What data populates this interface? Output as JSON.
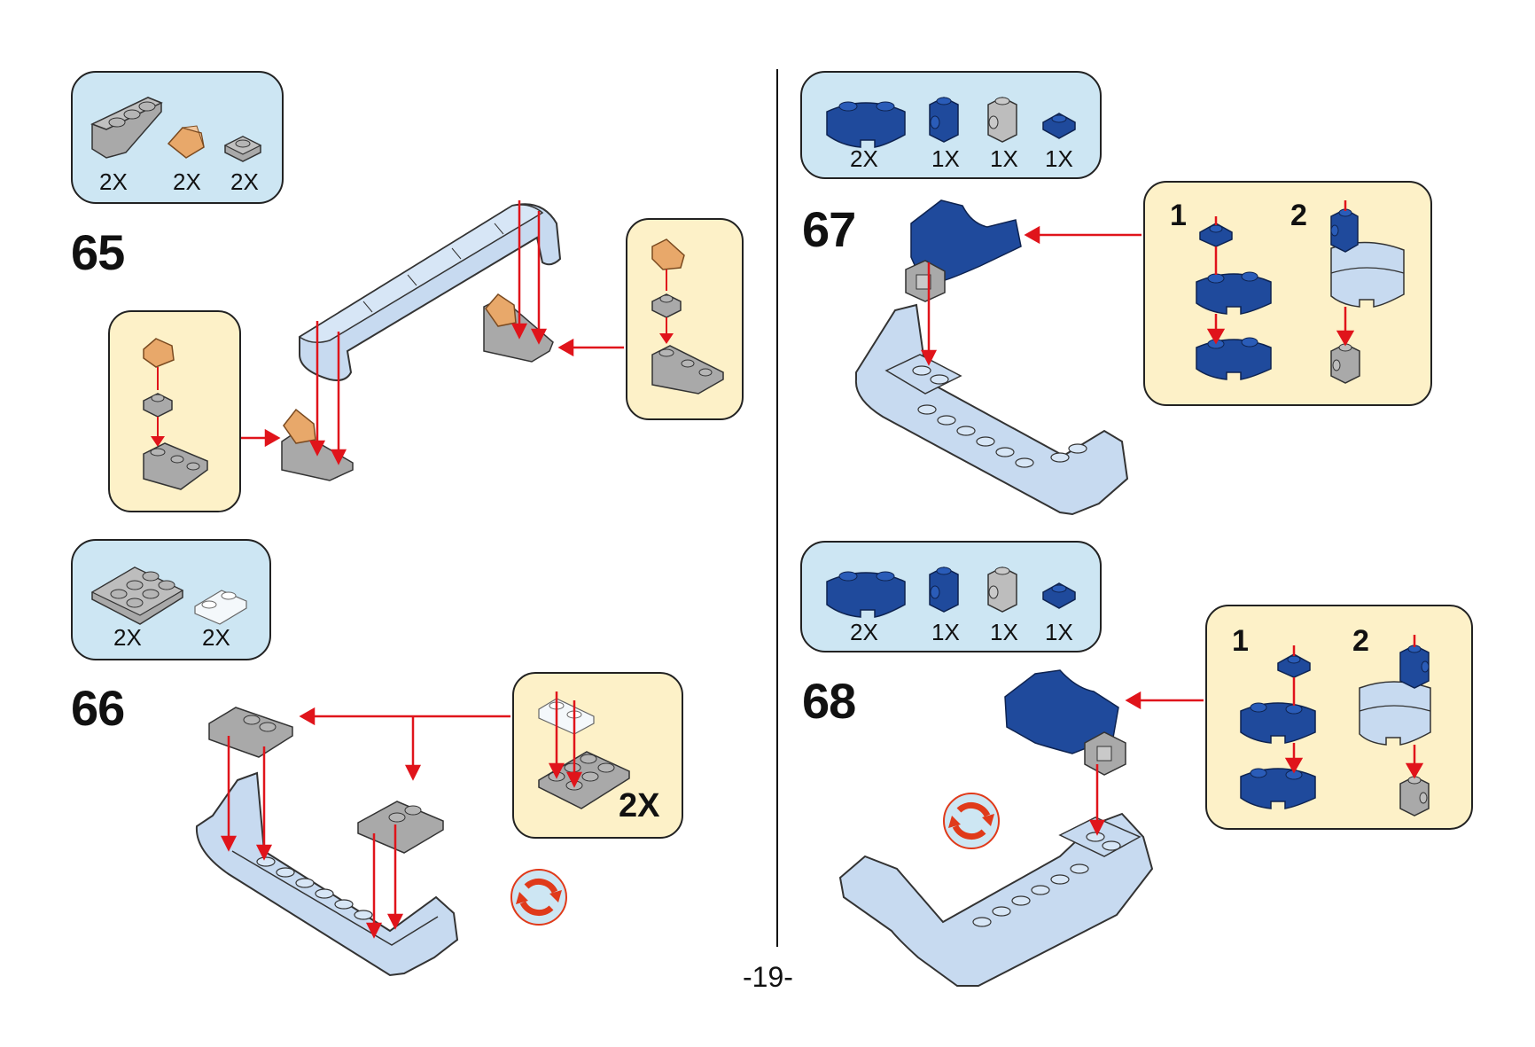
{
  "page": {
    "number": "-19-",
    "colors": {
      "parts_box_bg": "#cde6f3",
      "subassembly_bg": "#fdf1c8",
      "arrow": "#e0141b",
      "light_bluish": "#c7daf0",
      "dark_blue": "#1f4a9c",
      "light_gray": "#a9a9a9",
      "trans_orange": "#e8a86a"
    }
  },
  "steps": [
    {
      "number": "65",
      "parts": [
        {
          "icon": "inverted-slope-1x3-gray",
          "qty": "2X"
        },
        {
          "icon": "slope-1x1-trans-orange",
          "qty": "2X"
        },
        {
          "icon": "plate-1x1-gray",
          "qty": "2X"
        }
      ],
      "subassemblies": [
        {
          "label": "",
          "multiplier": ""
        },
        {
          "label": "",
          "multiplier": ""
        }
      ]
    },
    {
      "number": "66",
      "parts": [
        {
          "icon": "plate-2x3-gray",
          "qty": "2X"
        },
        {
          "icon": "plate-1x2-trans-clear",
          "qty": "2X"
        }
      ],
      "subassemblies": [
        {
          "label": "",
          "multiplier": "2X"
        }
      ],
      "rotate_icon": true
    },
    {
      "number": "67",
      "parts": [
        {
          "icon": "round-brick-2x2-corner-dark-blue",
          "qty": "2X"
        },
        {
          "icon": "brick-1x1-side-stud-dark-blue",
          "qty": "1X"
        },
        {
          "icon": "brick-1x1-side-stud-gray",
          "qty": "1X"
        },
        {
          "icon": "plate-1x1-dark-blue",
          "qty": "1X"
        }
      ],
      "subassemblies": [
        {
          "label": "1"
        },
        {
          "label": "2"
        }
      ]
    },
    {
      "number": "68",
      "parts": [
        {
          "icon": "round-brick-2x2-corner-dark-blue",
          "qty": "2X"
        },
        {
          "icon": "brick-1x1-side-stud-dark-blue",
          "qty": "1X"
        },
        {
          "icon": "brick-1x1-side-stud-gray",
          "qty": "1X"
        },
        {
          "icon": "plate-1x1-dark-blue",
          "qty": "1X"
        }
      ],
      "subassemblies": [
        {
          "label": "1"
        },
        {
          "label": "2"
        }
      ],
      "rotate_icon": true
    }
  ]
}
